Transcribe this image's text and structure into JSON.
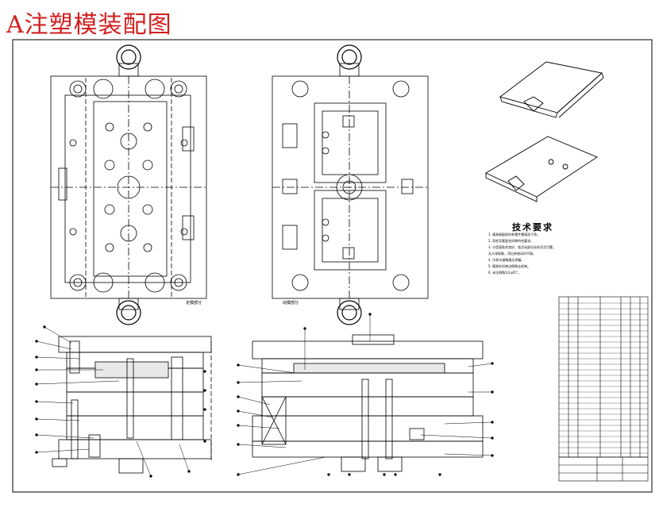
{
  "title": "A注塑模装配图",
  "tech_requirements": {
    "heading": "技术要求",
    "items": [
      "1. 模具装配前所有零件需清洗干净。",
      "2. 导柱导套配合间隙符合要求。",
      "3. 分型面贴合良好，各活动部位动作灵活可靠，",
      "   无卡滞现象，顶出系统动作平稳。",
      "4. 冷却水道畅通无渗漏。",
      "5. 模具外形棱边倒角去毛刺。",
      "6. 未注倒角为1x45°。"
    ]
  },
  "views": {
    "fixed_half_label": "定模部分",
    "moving_half_label": "动模部分"
  },
  "colors": {
    "title": "#d21e1e",
    "line": "#000000",
    "background": "#ffffff"
  }
}
